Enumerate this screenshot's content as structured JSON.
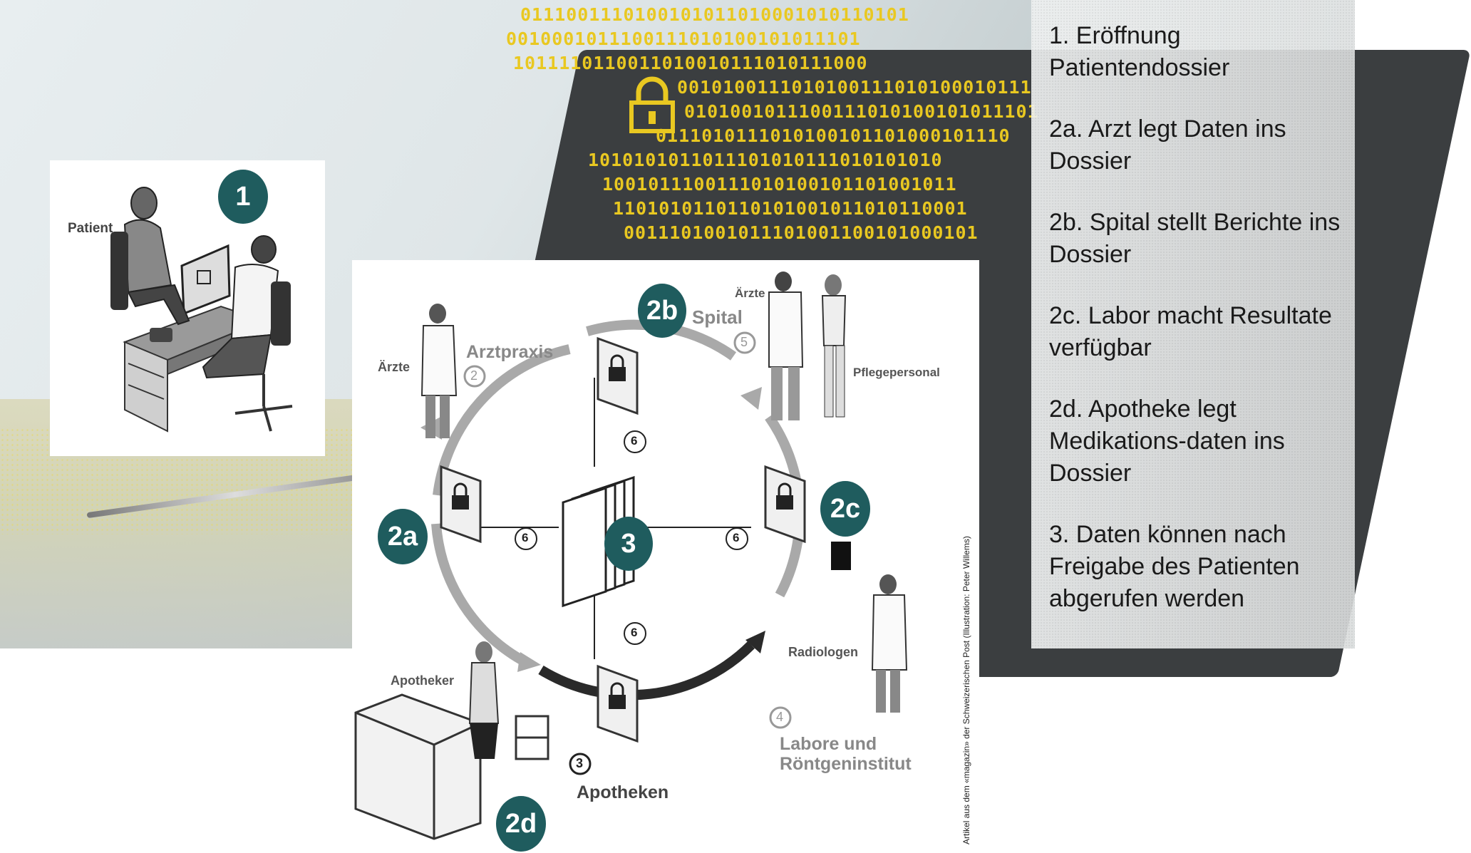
{
  "legend": [
    "1. Eröffnung Patientendossier",
    "2a. Arzt legt Daten ins Dossier",
    "2b. Spital stellt Berichte ins Dossier",
    "2c. Labor macht Resultate verfügbar",
    "2d. Apotheke legt Medikations-daten ins Dossier",
    "3. Daten können nach Freigabe des Patienten abgerufen werden"
  ],
  "badges": {
    "b1": "1",
    "b2a": "2a",
    "b2b": "2b",
    "b2c": "2c",
    "b2d": "2d",
    "b3": "3"
  },
  "panel1": {
    "patient_label": "Patient"
  },
  "diagram": {
    "arztpraxis": "Arztpraxis",
    "aerzte_left": "Ärzte",
    "spital": "Spital",
    "aerzte_right": "Ärzte",
    "pflegepersonal": "Pflegepersonal",
    "radiologen": "Radiologen",
    "labore_line1": "Labore und",
    "labore_line2": "Röntgeninstitut",
    "apotheker": "Apotheker",
    "apotheken": "Apotheken",
    "num2": "2",
    "num3": "3",
    "num4": "4",
    "num5": "5",
    "num6": "6",
    "credit": "Artikel aus dem «magazin» der Schweizerischen Post (Illustration: Peter Willems)"
  },
  "code": [
    "0111001110100101011010001010110101",
    "0010001011100111010100101011101",
    "1011110110011010010111010111000",
    "0010100111010100111010100010111",
    "0101001011100111010100101011101",
    "0111010111010100101101000101110",
    "1010101011011101010111010101010",
    "1001011100111010100101101001011",
    "1101010110110101001011010110001",
    "0011101001011101001100101000101"
  ],
  "colors": {
    "badge": "#1f5c5e",
    "code": "#e9c821",
    "laptop": "#3b3e40"
  }
}
